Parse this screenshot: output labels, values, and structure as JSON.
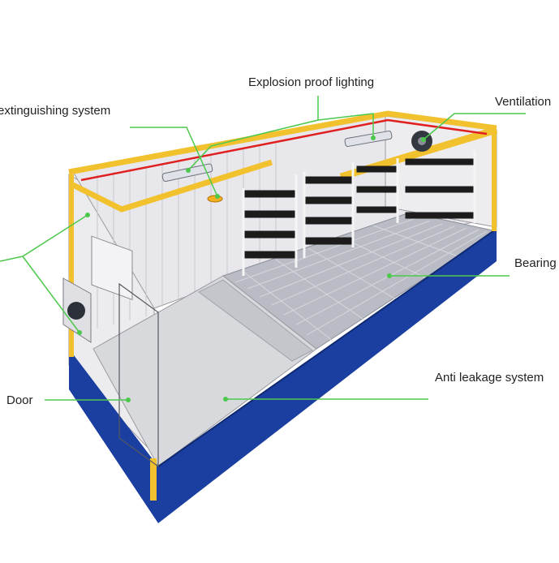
{
  "labels": {
    "explosion_proof_lighting": "Explosion proof lighting",
    "fire_extinguishing_system": "extinguishing system",
    "ventilation": "Ventilation",
    "bearing": "Bearing",
    "anti_leakage_system": "Anti leakage system",
    "door": "Door"
  },
  "colors": {
    "callout_line": "#4cc84c",
    "frame_yellow": "#f2c12e",
    "base_blue": "#1a3fa0",
    "fire_pipe_red": "#e02020",
    "wall_grey": "#e6e6ea",
    "grating_grey": "#b9bcc4",
    "shelf_black": "#1c1c1c"
  }
}
